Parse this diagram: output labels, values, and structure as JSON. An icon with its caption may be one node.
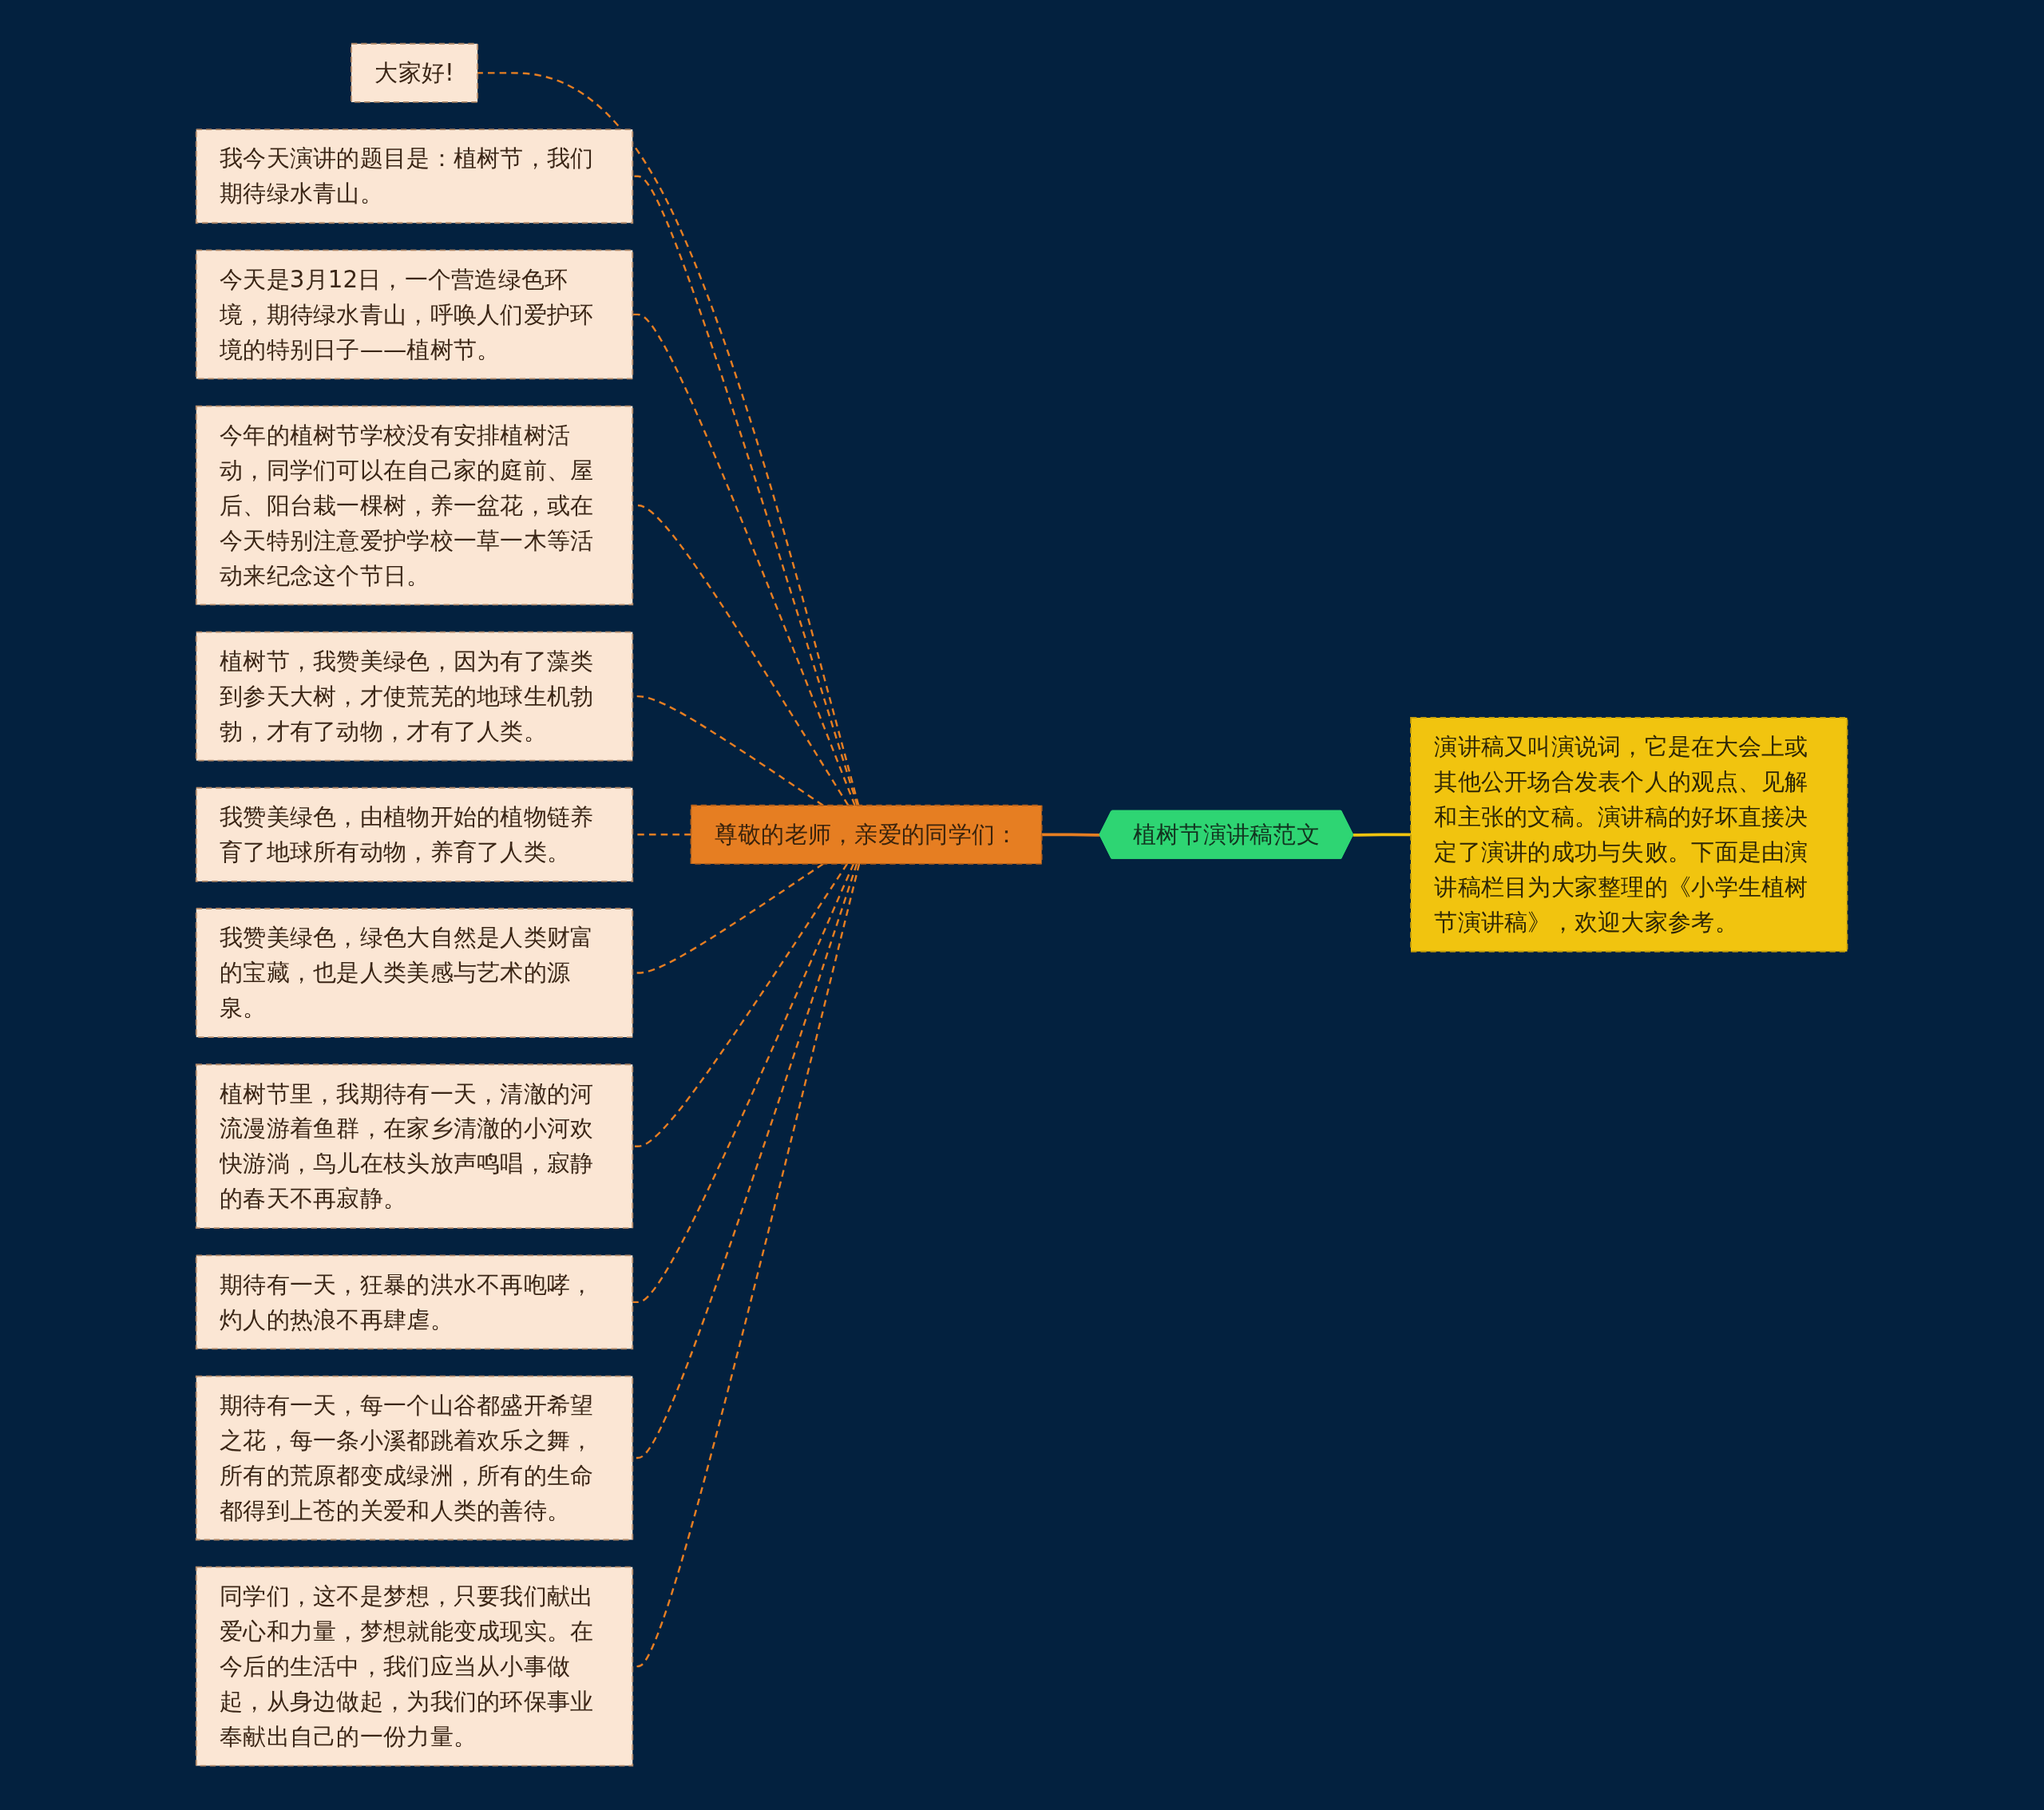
{
  "diagram": {
    "nodes": [
      {
        "text": [
          "植树节演讲稿范文"
        ]
      },
      {
        "text": [
          "尊敬的老师，亲爱的同学们："
        ]
      },
      {
        "text": [
          "大家好!"
        ]
      },
      {
        "text": [
          "我今天演讲的题目是：植树节，我们期待绿水青山。"
        ]
      },
      {
        "text": [
          "今天是3月12日，一个营造绿色环境，期待绿水青山，呼唤人们爱护环境的特别日子——植树节。"
        ]
      },
      {
        "text": [
          "今年的植树节学校没有安排植树活动，同学们可以在自己家的庭前、屋后、阳台栽一棵树，养一盆花，或在今天特别注意爱护学校一草一木等活动来纪念这个节日。"
        ]
      },
      {
        "text": [
          "植树节，我赞美绿色，因为有了藻类到参天大树，才使荒芜的地球生机勃勃，才有了动物，才有了人类。"
        ]
      },
      {
        "text": [
          "我赞美绿色，由植物开始的植物链养育了地球所有动物，养育了人类。"
        ]
      },
      {
        "text": [
          "我赞美绿色，绿色大自然是人类财富的宝藏，也是人类美感与艺术的源泉。"
        ]
      },
      {
        "text": [
          "植树节里，我期待有一天，清澈的河流漫游着鱼群，在家乡清澈的小河欢快游淌，鸟儿在枝头放声鸣唱，寂静的春天不再寂静。"
        ]
      },
      {
        "text": [
          "期待有一天，狂暴的洪水不再咆哮，灼人的热浪不再肆虐。"
        ]
      },
      {
        "text": [
          "期待有一天，每一个山谷都盛开希望之花，每一条小溪都跳着欢乐之舞，所有的荒原都变成绿洲，所有的生命都得到上苍的关爱和人类的善待。"
        ]
      },
      {
        "text": [
          "同学们，这不是梦想，只要我们献出爱心和力量，梦想就能变成现实。在今后的生活中，我们应当从小事做起，从身边做起，为我们的环保事业奉献出自己的一份力量。"
        ]
      },
      {
        "text": [
          "演讲稿又叫演说词，它是在大会上或其他公开场合发表个人的观点、见解和主张的文稿。演讲稿的好坏直接决定了演讲的成功与失败。下面是由演讲稿栏目为大家整理的《小学生植树节演讲稿》，欢迎大家参考。"
        ]
      }
    ],
    "edges": [
      {
        "from": 0,
        "to": 1,
        "arrow": "none"
      },
      {
        "from": 1,
        "to": 2,
        "arrow": "none",
        "style": "dashed"
      },
      {
        "from": 1,
        "to": 3,
        "arrow": "none",
        "style": "dashed"
      },
      {
        "from": 1,
        "to": 4,
        "arrow": "none",
        "style": "dashed"
      },
      {
        "from": 1,
        "to": 5,
        "arrow": "none",
        "style": "dashed"
      },
      {
        "from": 1,
        "to": 6,
        "arrow": "none",
        "style": "dashed"
      },
      {
        "from": 1,
        "to": 7,
        "arrow": "none",
        "style": "dashed"
      },
      {
        "from": 1,
        "to": 8,
        "arrow": "none",
        "style": "dashed"
      },
      {
        "from": 1,
        "to": 9,
        "arrow": "none",
        "style": "dashed"
      },
      {
        "from": 1,
        "to": 10,
        "arrow": "none",
        "style": "dashed"
      },
      {
        "from": 1,
        "to": 11,
        "arrow": "none",
        "style": "dashed"
      },
      {
        "from": 1,
        "to": 12,
        "arrow": "none",
        "style": "dashed"
      },
      {
        "from": 13,
        "to": 0,
        "arrow": "none",
        "color": "#f1c40f"
      }
    ]
  }
}
